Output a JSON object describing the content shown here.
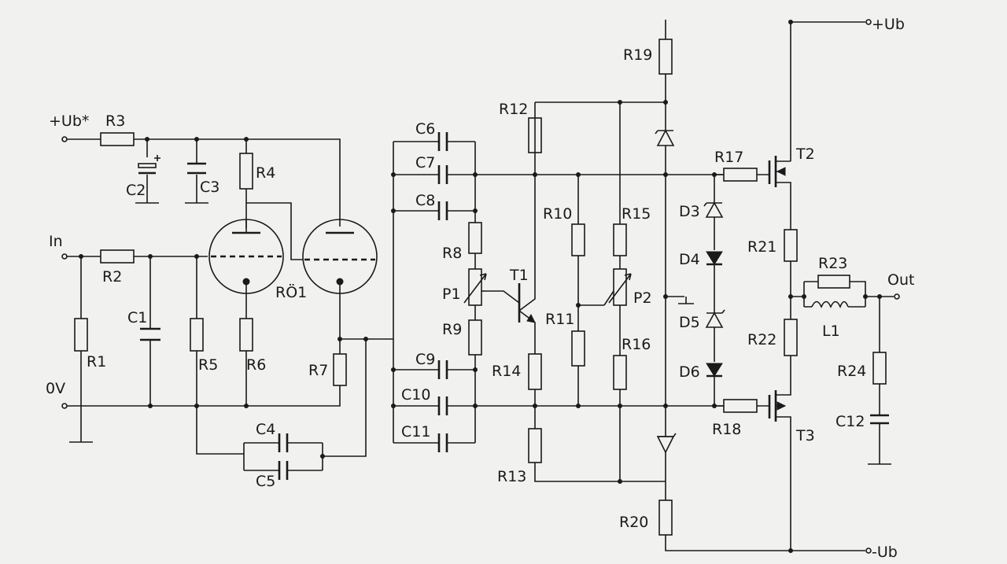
{
  "diagram": {
    "type": "circuit-schematic",
    "terminals": {
      "ub_star": "+Ub*",
      "input": "In",
      "ground": "0V",
      "ub_plus": "+Ub",
      "ub_minus": "-Ub",
      "output": "Out"
    },
    "labels": {
      "R1": "R1",
      "R2": "R2",
      "R3": "R3",
      "R4": "R4",
      "R5": "R5",
      "R6": "R6",
      "R7": "R7",
      "R8": "R8",
      "R9": "R9",
      "R10": "R10",
      "R11": "R11",
      "R12": "R12",
      "R13": "R13",
      "R14": "R14",
      "R15": "R15",
      "R16": "R16",
      "R17": "R17",
      "R18": "R18",
      "R19": "R19",
      "R20": "R20",
      "R21": "R21",
      "R22": "R22",
      "R23": "R23",
      "R24": "R24",
      "C1": "C1",
      "C2": "C2",
      "C3": "C3",
      "C4": "C4",
      "C5": "C5",
      "C6": "C6",
      "C7": "C7",
      "C8": "C8",
      "C9": "C9",
      "C10": "C10",
      "C11": "C11",
      "C12": "C12",
      "P1": "P1",
      "P2": "P2",
      "T1": "T1",
      "T2": "T2",
      "T3": "T3",
      "D3": "D3",
      "D4": "D4",
      "D5": "D5",
      "D6": "D6",
      "L1": "L1",
      "RO1": "RÖ1"
    }
  }
}
